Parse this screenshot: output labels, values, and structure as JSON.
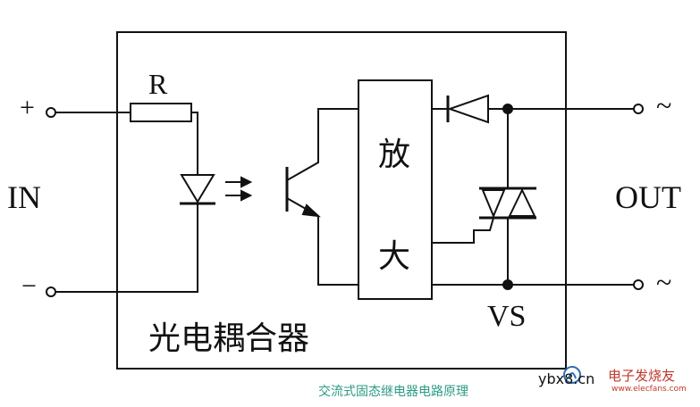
{
  "labels": {
    "resistor": "R",
    "plus": "+",
    "minus": "−",
    "input": "IN",
    "output": "OUT",
    "tilde_top": "~",
    "tilde_bottom": "~",
    "amplifier_top": "放",
    "amplifier_bottom": "大",
    "coupler": "光电耦合器",
    "switch": "VS"
  },
  "caption": "交流式固态继电器电路原理",
  "watermark": {
    "site": "ybx8.cn",
    "brand": "电子发烧友",
    "url": "www.elecfans.com"
  },
  "colors": {
    "line": "#111111",
    "caption": "#2c9a84",
    "watermark_text": "#c0392b",
    "watermark_logo": "#2e6db5"
  }
}
